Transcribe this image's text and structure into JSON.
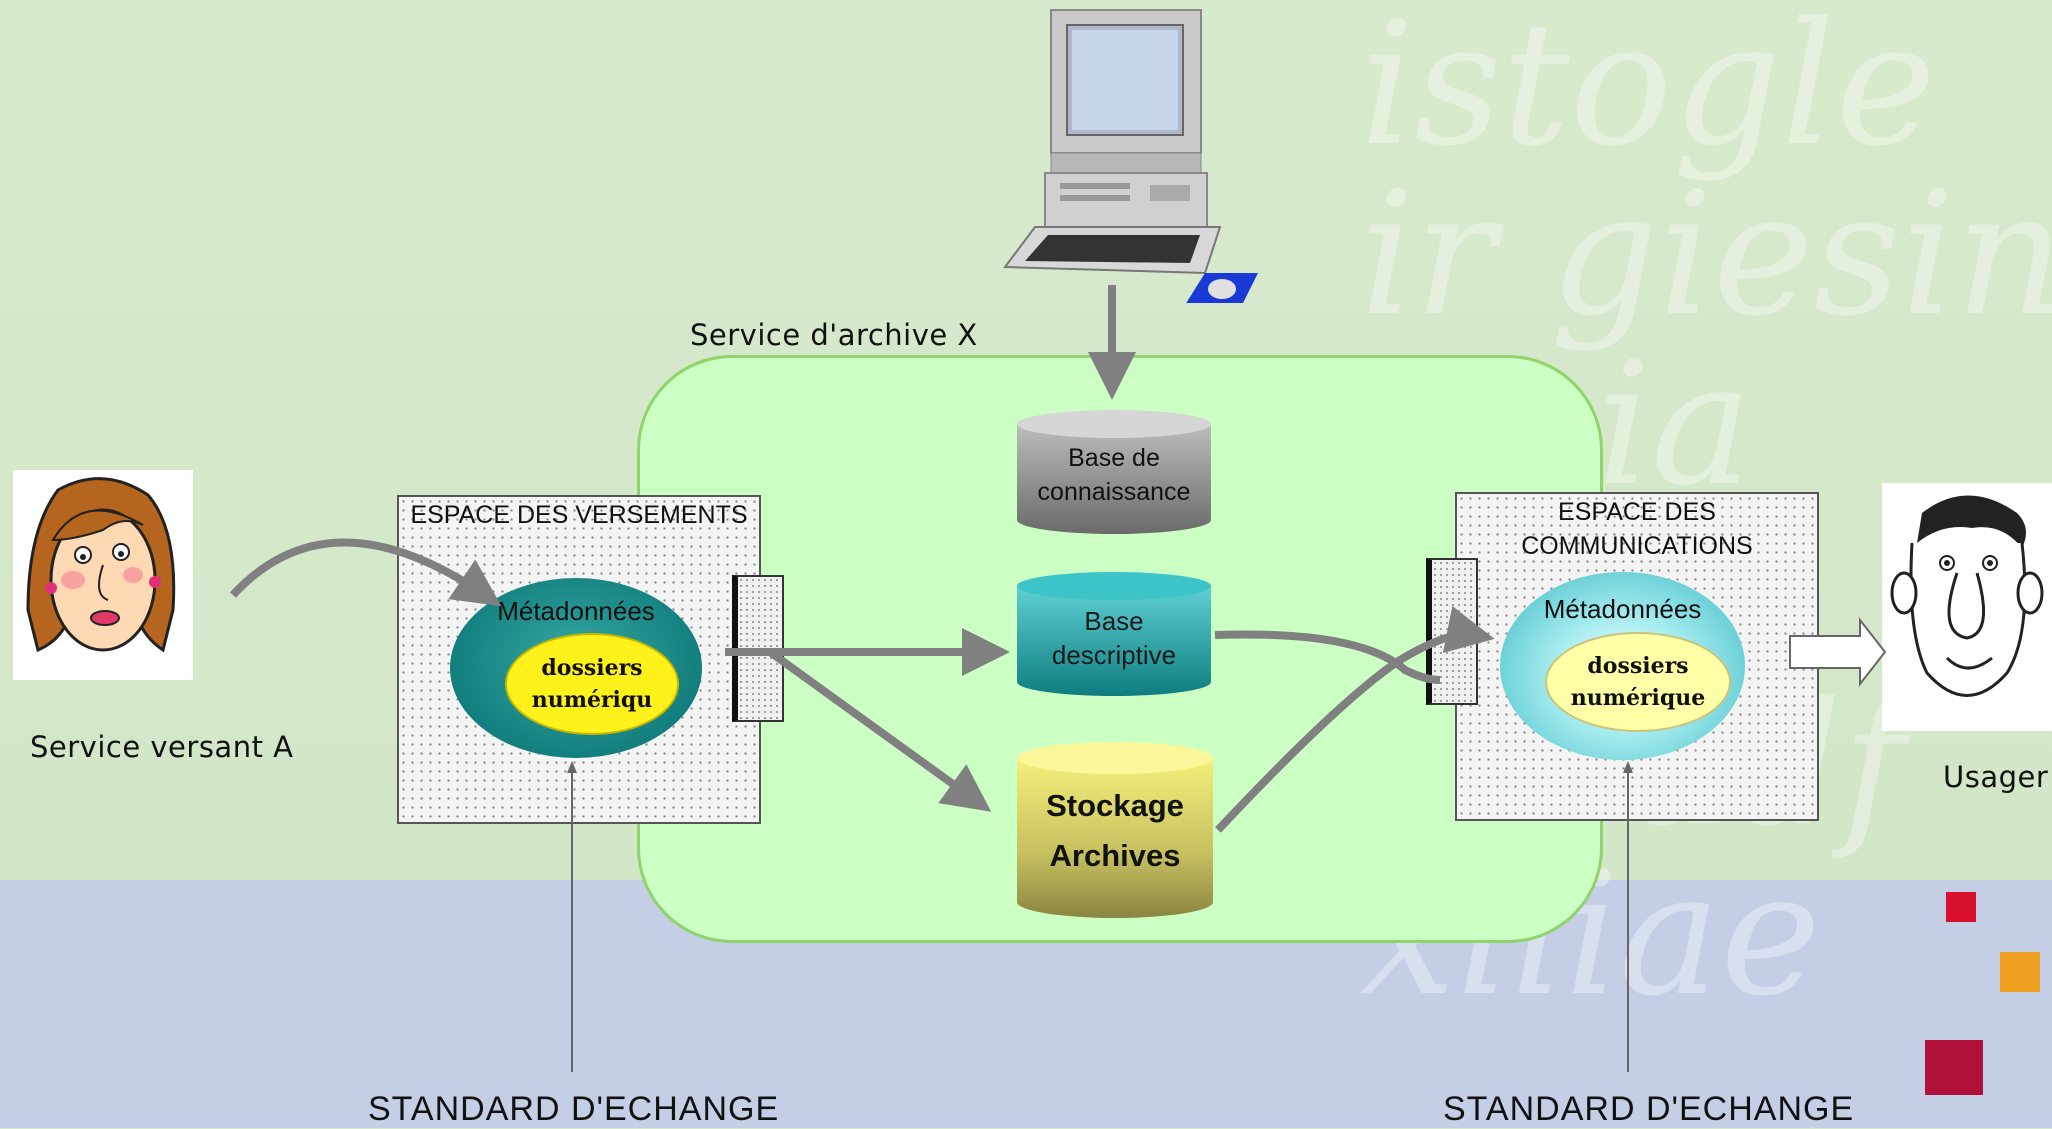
{
  "diagram": {
    "archive_service_label": "Service d'archive X",
    "depositor_label": "Service versant  A",
    "user_label": "Usager",
    "deposit_space": {
      "title": "ESPACE DES VERSEMENTS",
      "metadata_label": "Métadonnées",
      "folder_line1": "dossiers",
      "folder_line2": "numériqu"
    },
    "communication_space": {
      "title_line1": "ESPACE DES",
      "title_line2": "COMMUNICATIONS",
      "metadata_label": "Métadonnées",
      "folder_line1": "dossiers",
      "folder_line2": "numérique"
    },
    "knowledge_base": {
      "line1": "Base de",
      "line2": "connaissance"
    },
    "descriptive_base": {
      "line1": "Base",
      "line2": "descriptive"
    },
    "storage": {
      "line1": "Stockage",
      "line2": "Archives"
    },
    "standard_left": "STANDARD D'ECHANGE",
    "standard_right": "STANDARD D'ECHANGE"
  },
  "colors": {
    "archive_zone": "#ccffc4",
    "archive_border": "#8fd36b",
    "teal": "#1a8a8a",
    "light_teal": "#6fd3d8",
    "folder_yellow": "#fff21a",
    "arrow_gray": "#808080",
    "accent_red": "#d8102e",
    "accent_orange": "#f0a020",
    "accent_crimson": "#b0103a"
  }
}
